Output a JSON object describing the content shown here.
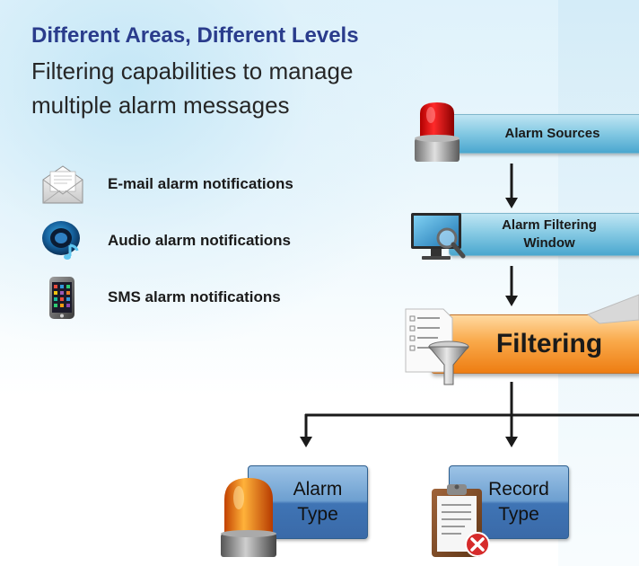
{
  "header": {
    "title": "Different Areas, Different Levels",
    "subtitle_line1": "Filtering capabilities to manage",
    "subtitle_line2": "multiple alarm messages"
  },
  "notifications": [
    {
      "label": "E-mail alarm notifications",
      "icon": "envelope-icon"
    },
    {
      "label": "Audio alarm notifications",
      "icon": "audio-icon"
    },
    {
      "label": "SMS alarm notifications",
      "icon": "phone-icon"
    }
  ],
  "flow": {
    "sources": {
      "label": "Alarm Sources",
      "icon": "siren-icon"
    },
    "window": {
      "line1": "Alarm Filtering",
      "line2": "Window",
      "icon": "monitor-magnifier-icon"
    },
    "filtering": {
      "label": "Filtering",
      "icon": "funnel-document-icon"
    }
  },
  "types": [
    {
      "line1": "Alarm",
      "line2": "Type",
      "icon": "beacon-icon"
    },
    {
      "line1": "Record",
      "line2": "Type",
      "icon": "clipboard-icon"
    }
  ],
  "colors": {
    "title": "#2a3c8c",
    "blue_box": "#4aa7cf",
    "orange_box": "#ee7d12",
    "type_box": "#3f74b5",
    "arrow": "#1a1a1a"
  }
}
